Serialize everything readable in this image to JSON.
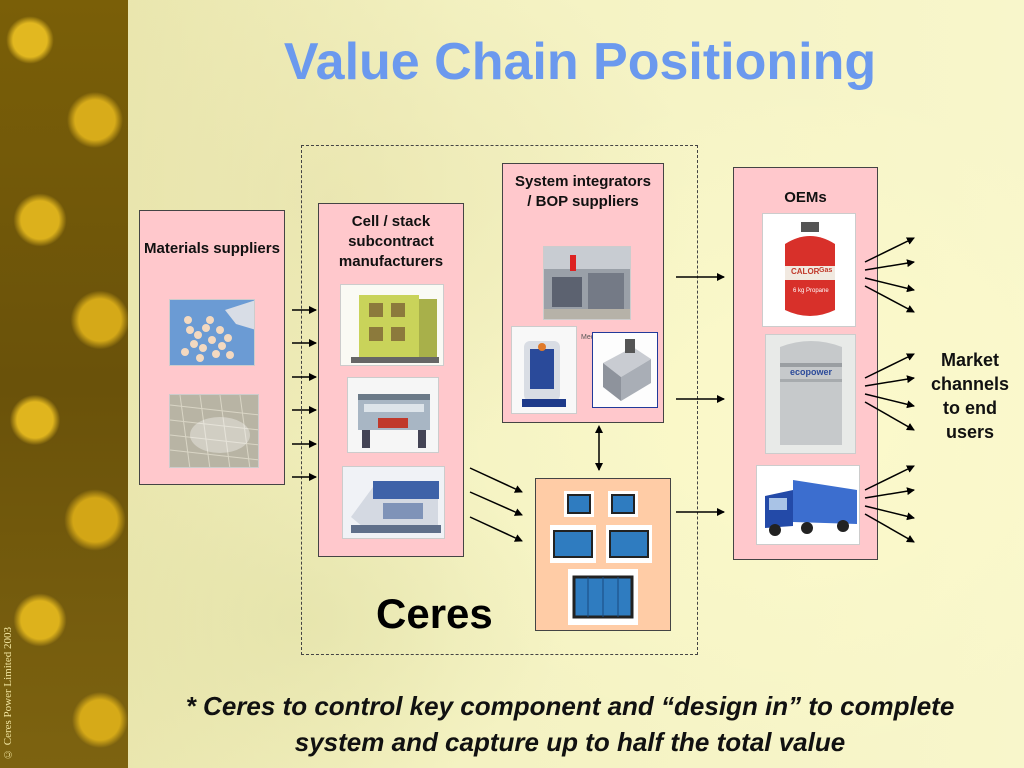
{
  "title": "Value Chain Positioning",
  "copyright": "© Ceres Power Limited 2003",
  "boxes": {
    "materials": "Materials suppliers",
    "cell": "Cell / stack subcontract manufacturers",
    "integrators": "System integrators / BOP suppliers",
    "oems": "OEMs"
  },
  "ceres_label": "Ceres",
  "market_label": "Market channels to end users",
  "footnote": "* Ceres to control key component and “design in” to complete system and capture up to half the total value",
  "photo_text": {
    "cylinder_brand": "CALOR",
    "cylinder_brand_suffix": "Gas",
    "cylinder_caption": "6 kg Propane",
    "ecopower": "ecopower",
    "small_label": "Mec"
  },
  "colors": {
    "title": "#6b99ee",
    "box_fill": "#ffc8cc",
    "ceres_box_fill": "#ffcca6"
  }
}
